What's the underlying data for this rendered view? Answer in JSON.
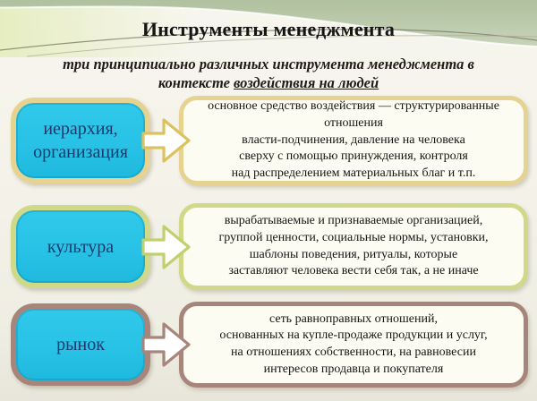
{
  "slide": {
    "title": "Инструменты менеджмента",
    "subtitle": {
      "line1": "три принципиально различных инструмента менеджмента в",
      "line2_prefix": "контексте ",
      "underlined": "воздействия на людей"
    }
  },
  "rows": [
    {
      "label": "иерархия,\nорганизация",
      "description": "основное средство воздействия — структурированные\nотношения\nвласти-подчинения, давление на человека\nсверху с помощью принуждения, контроля\nнад распределением материальных благ и т.п.",
      "border_color": "#e6d392",
      "arrow_color": "#dcc25f"
    },
    {
      "label": "культура",
      "description": "вырабатываемые и признаваемые организацией,\nгруппой ценности, социальные нормы, установки,\nшаблоны поведения, ритуалы, которые\nзаставляют человека вести себя так, а не иначе",
      "border_color": "#cfd987",
      "arrow_color": "#c2cf6d"
    },
    {
      "label": "рынок",
      "description": "сеть равноправных отношений,\nоснованных на купле-продаже продукции и услуг,\nна отношениях собственности, на равновесии\nинтересов продавца и покупателя",
      "border_color": "#a8857a",
      "arrow_color": "#a8857a"
    }
  ],
  "colors": {
    "tool_box_fill": "#27c2e6",
    "tool_box_text": "#1d3a6e",
    "description_bg": "#fdfcf3",
    "header_band": "#b5c5a4",
    "background": "#f4f2e9"
  }
}
